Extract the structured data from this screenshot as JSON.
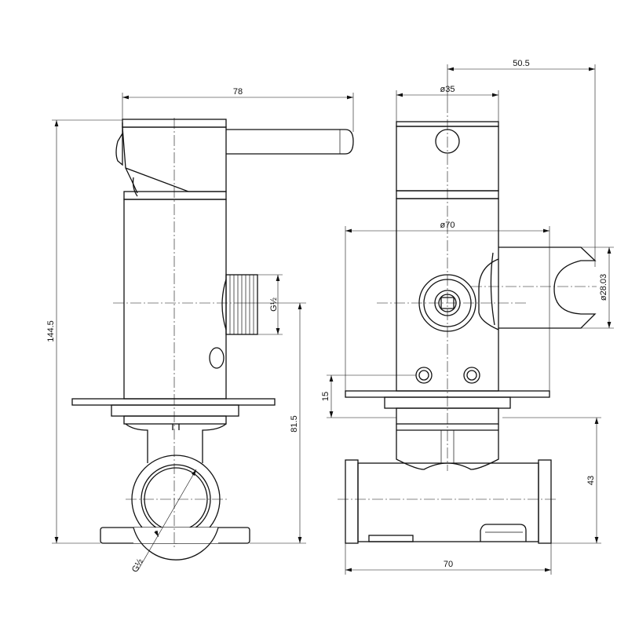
{
  "side_view": {
    "width_label": "78",
    "height_label": "144.5",
    "outlet_height_label": "81.5",
    "thread_outlet_label": "G½",
    "thread_inlet_label": "G½"
  },
  "front_view": {
    "offset_label": "50.5",
    "handle_diameter_label": "ø35",
    "plate_diameter_label": "ø70",
    "holder_diameter_label": "ø28.03",
    "plate_thickness_label": "15",
    "inlet_height_label": "43",
    "inlet_width_label": "70"
  }
}
